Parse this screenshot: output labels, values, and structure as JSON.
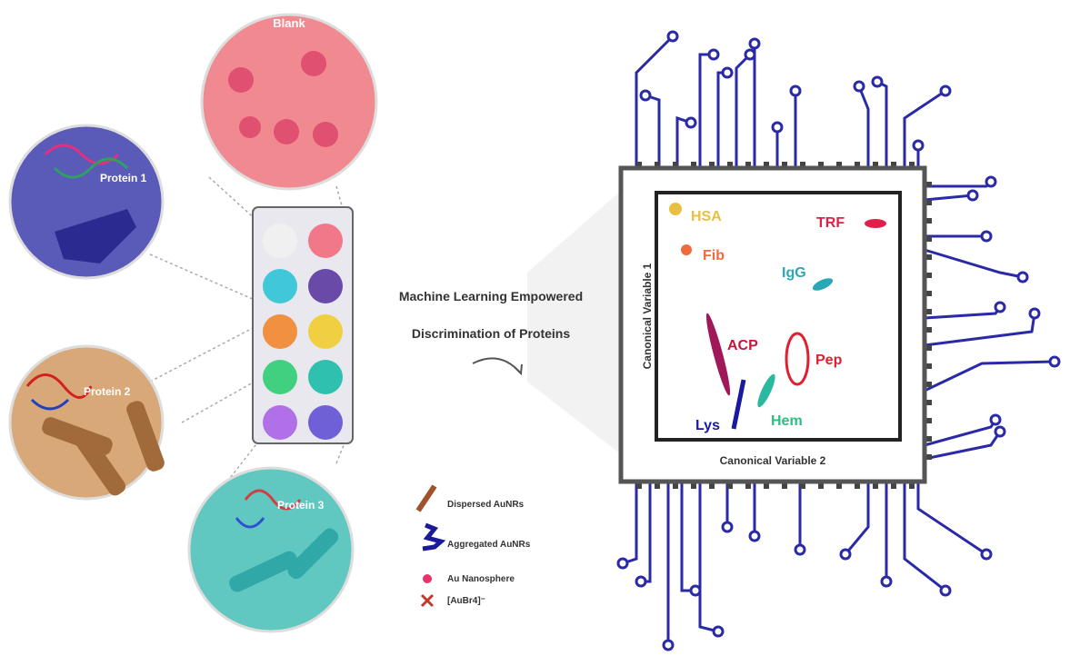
{
  "samples": {
    "blank": "Blank",
    "protein1": "Protein 1",
    "protein2": "Protein 2",
    "protein3": "Protein 3"
  },
  "title": {
    "line1": "Machine Learning Empowered",
    "line2": "Discrimination of Proteins"
  },
  "legend": [
    {
      "label": "Dispersed AuNRs",
      "icon": "rod-icon",
      "color": "#a0522d"
    },
    {
      "label": "Aggregated AuNRs",
      "icon": "aggregate-icon",
      "color": "#1a1a9a"
    },
    {
      "label": "Au Nanosphere",
      "icon": "sphere-icon",
      "color": "#e8336b"
    },
    {
      "label": "[AuBr4]⁻",
      "icon": "complex-icon",
      "color": "#c0392b"
    }
  ],
  "plot": {
    "xlabel": "Canonical Variable 2",
    "ylabel": "Canonical Variable 1",
    "clusters": [
      {
        "label": "HSA",
        "color": "#e8c040"
      },
      {
        "label": "TRF",
        "color": "#e0204a"
      },
      {
        "label": "Fib",
        "color": "#f06a3a"
      },
      {
        "label": "IgG",
        "color": "#2aa8b8"
      },
      {
        "label": "ACP",
        "color": "#c0183e"
      },
      {
        "label": "Pep",
        "color": "#e02030"
      },
      {
        "label": "Lys",
        "color": "#1a1aa0"
      },
      {
        "label": "Hem",
        "color": "#2ac080"
      }
    ]
  },
  "wells": [
    "#f0f0f0",
    "#f07888",
    "#40c8d8",
    "#6a4aa8",
    "#f09040",
    "#f0d040",
    "#40d080",
    "#30c0b0",
    "#b070e8",
    "#7060d8"
  ]
}
